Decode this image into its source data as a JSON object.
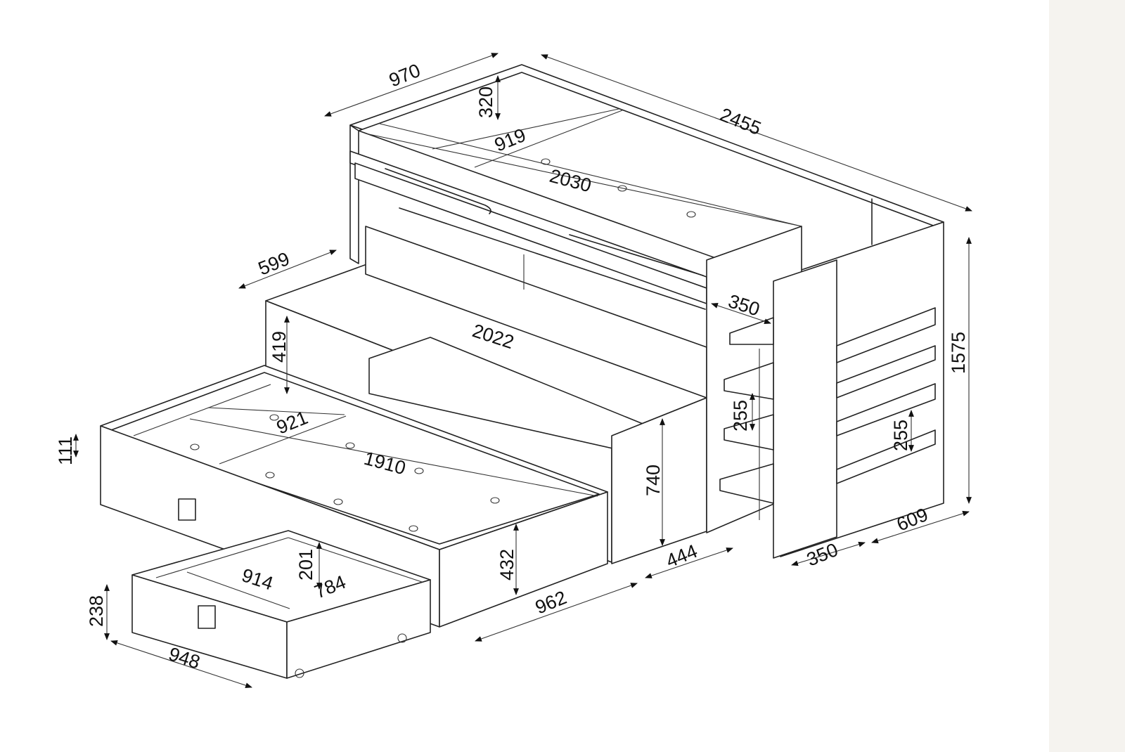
{
  "diagram": {
    "dimensions": {
      "top_width": "970",
      "top_rail_height": "320",
      "top_inner_width": "919",
      "total_length": "2455",
      "top_inner_length": "2030",
      "step_depth": "599",
      "step_height": "419",
      "step_length": "2022",
      "cabinet_depth": "350",
      "total_height": "1575",
      "rail_height": "111",
      "lower_inner_width": "921",
      "lower_inner_length": "1910",
      "front_height": "740",
      "shelf_spacing_left": "255",
      "shelf_spacing_right": "255",
      "lower_bed_height": "432",
      "drawer_inner_height": "201",
      "drawer_inner_width": "914",
      "drawer_inner_depth": "784",
      "drawer_height": "238",
      "drawer_width": "948",
      "lower_bed_width": "962",
      "cabinet_width": "444",
      "shelf_unit_depth": "350",
      "shelf_unit_width": "609"
    }
  }
}
